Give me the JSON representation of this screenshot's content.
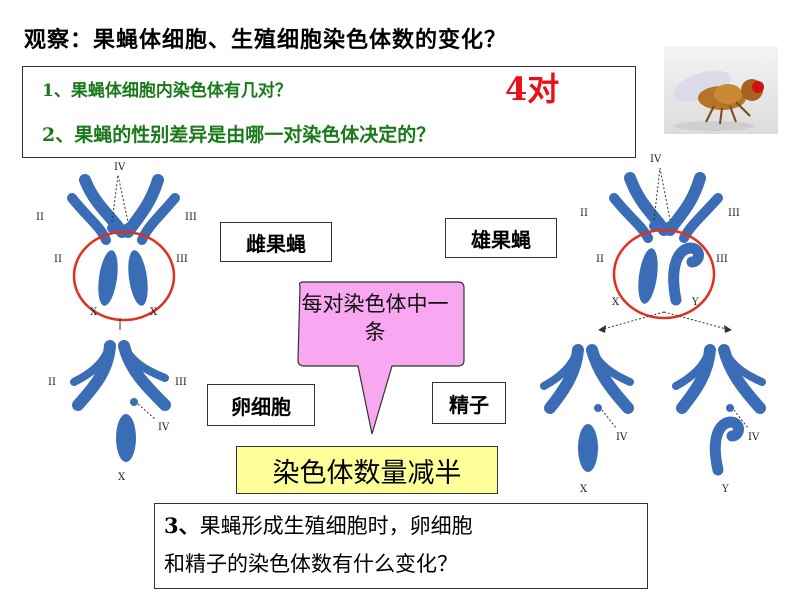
{
  "title": "观察：果蝇体细胞、生殖细胞染色体数的变化？",
  "questions": {
    "q1": "1、果蝇体细胞内染色体有几对？",
    "q1_answer": "4对",
    "q2": "2、果蝇的性别差异是由哪一对染色体决定的？",
    "q3_prefix": "3、",
    "q3_line1_rest": "果蝇形成生殖细胞时，卵细胞",
    "q3_line2": "和精子的染色体数有什么变化？"
  },
  "labels": {
    "female": "雌果蝇",
    "male": "雄果蝇",
    "egg": "卵细胞",
    "sperm": "精子",
    "callout": "每对染色体中一条",
    "halved": "染色体数量减半"
  },
  "chromosome_labels": {
    "II": "II",
    "III": "III",
    "IV": "IV",
    "X": "X",
    "Y": "Y"
  },
  "colors": {
    "chromosome": "#3a6db5",
    "green_text": "#1a7a1a",
    "red": "#e8101a",
    "callout_fill": "#f7a8f0",
    "halved_fill": "#ffff99"
  }
}
